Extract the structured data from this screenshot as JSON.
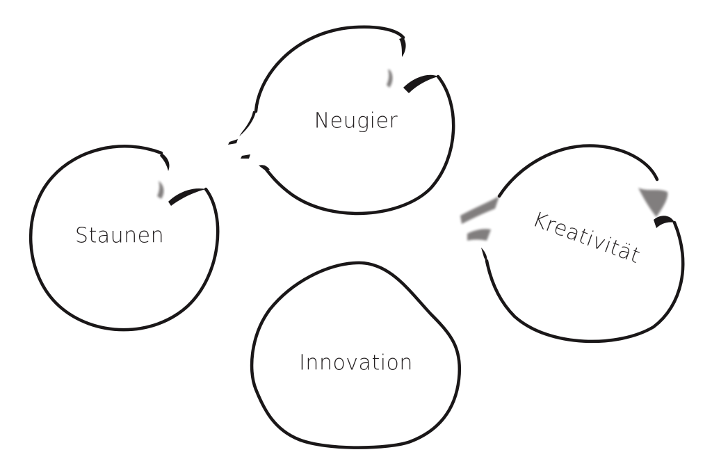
{
  "diagram": {
    "nodes": [
      {
        "id": "staunen",
        "label": "Staunen"
      },
      {
        "id": "neugier",
        "label": "Neugier"
      },
      {
        "id": "kreativitaet",
        "label": "Kreativität"
      },
      {
        "id": "innovation",
        "label": "Innovation"
      }
    ]
  },
  "colors": {
    "ink": "#1a1718",
    "background": "#ffffff"
  }
}
